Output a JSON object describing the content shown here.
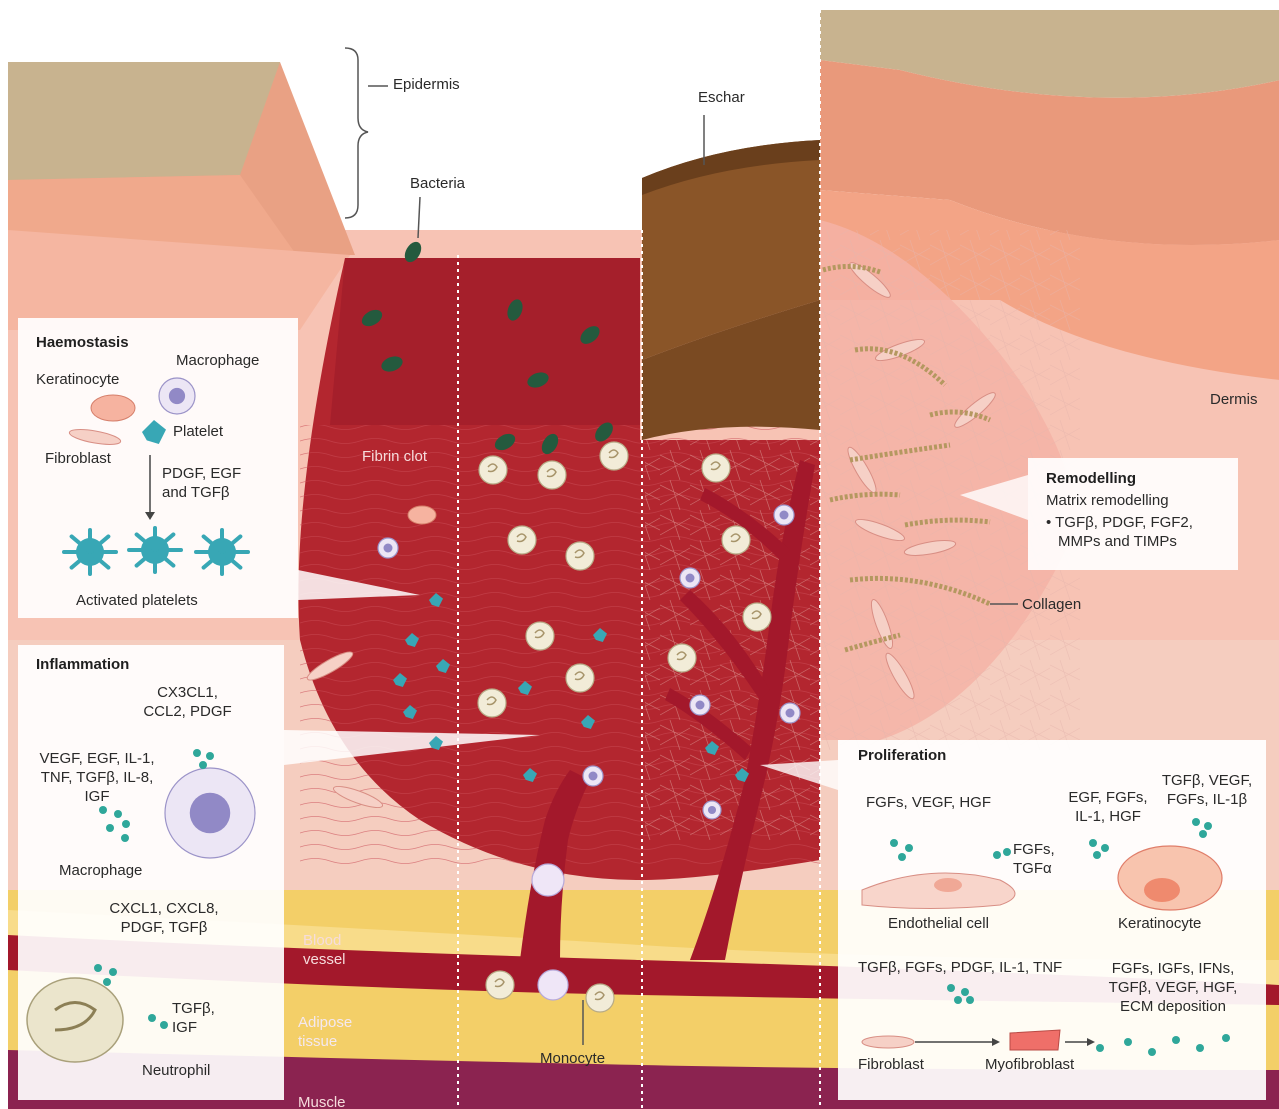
{
  "colors": {
    "epidermis_top": "#c8b38f",
    "epidermis_side": "#e7a483",
    "dermis": "#f3a486",
    "dermis_light": "#fbd3c8",
    "clot": "#b3262f",
    "clot_dark": "#8f1f26",
    "vessel": "#a3182b",
    "adipose": "#f3cf68",
    "muscle": "#7e2148",
    "eschar": "#8a5528",
    "bacteria": "#245a3e",
    "platelet": "#38a7b5",
    "collagen": "#b49860"
  },
  "labels": {
    "epidermis": "Epidermis",
    "eschar": "Eschar",
    "bacteria": "Bacteria",
    "dermis": "Dermis",
    "fibrin_clot": "Fibrin clot",
    "collagen": "Collagen",
    "blood_vessel": [
      "Blood",
      "vessel"
    ],
    "adipose_tissue": [
      "Adipose",
      "tissue"
    ],
    "monocyte": "Monocyte",
    "muscle": "Muscle"
  },
  "haemostasis": {
    "title": "Haemostasis",
    "macrophage": "Macrophage",
    "keratinocyte": "Keratinocyte",
    "platelet": "Platelet",
    "fibroblast": "Fibroblast",
    "factors": [
      "PDGF, EGF",
      "and TGFβ"
    ],
    "activated": "Activated platelets"
  },
  "inflammation": {
    "title": "Inflammation",
    "chemokines": [
      "CX3CL1,",
      "CCL2, PDGF"
    ],
    "macrophage_factors": [
      "VEGF, EGF, IL-1,",
      "TNF, TGFβ, IL-8,",
      "IGF"
    ],
    "macrophage": "Macrophage",
    "neutrophil_chemokines": [
      "CXCL1, CXCL8,",
      "PDGF, TGFβ"
    ],
    "neutrophil_factors": [
      "TGFβ,",
      "IGF"
    ],
    "neutrophil": "Neutrophil"
  },
  "remodelling": {
    "title": "Remodelling",
    "subtitle": "Matrix remodelling",
    "items": [
      "• TGFβ, PDGF, FGF2,",
      "MMPs and TIMPs"
    ]
  },
  "proliferation": {
    "title": "Proliferation",
    "endothelial_in": "FGFs, VEGF, HGF",
    "endothelial_out": [
      "FGFs,",
      "TGFα"
    ],
    "endothelial": "Endothelial cell",
    "keratinocyte_in": [
      "EGF, FGFs,",
      "IL-1, HGF"
    ],
    "keratinocyte_out": [
      "TGFβ, VEGF,",
      "FGFs, IL-1β"
    ],
    "keratinocyte": "Keratinocyte",
    "fibroblast_in": "TGFβ, FGFs, PDGF, IL-1, TNF",
    "ecm_factors": [
      "FGFs, IGFs, IFNs,",
      "TGFβ, VEGF, HGF,",
      "ECM deposition"
    ],
    "fibroblast": "Fibroblast",
    "myofibroblast": "Myofibroblast"
  }
}
